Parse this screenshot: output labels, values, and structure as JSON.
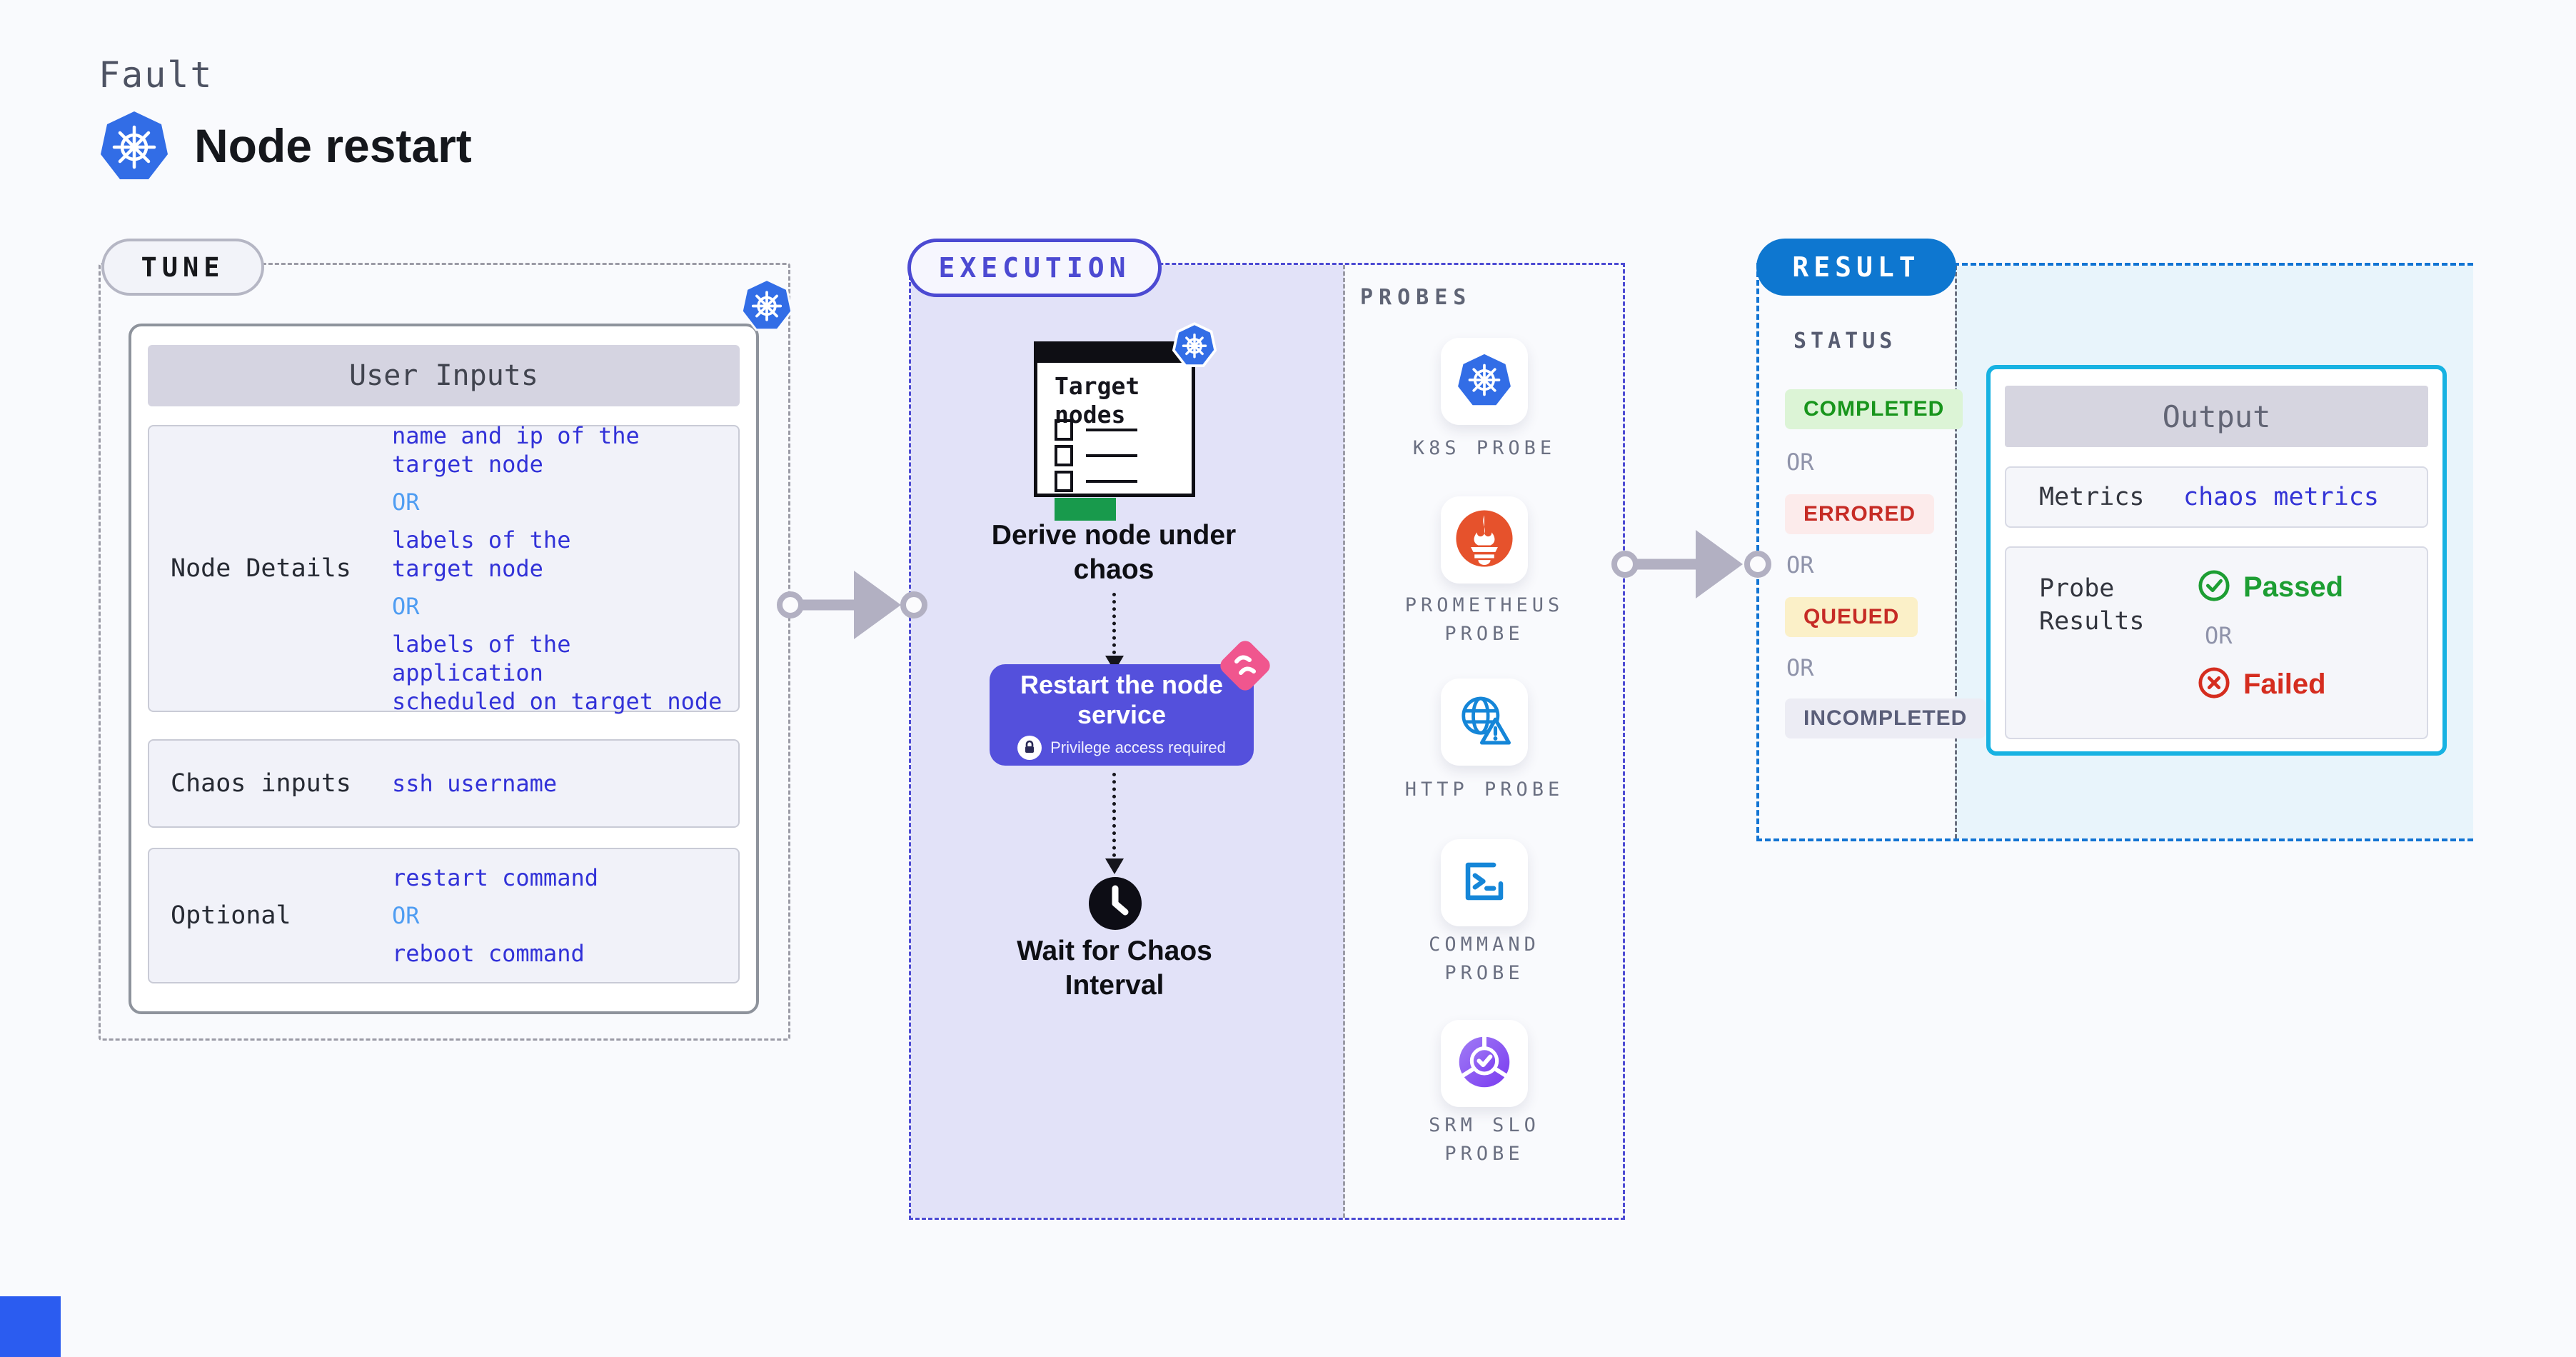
{
  "page": {
    "kicker": "Fault",
    "title": "Node restart"
  },
  "tune": {
    "label": "TUNE",
    "card_title": "User Inputs",
    "rows": [
      {
        "label": "Node Details",
        "values": [
          {
            "kind": "value",
            "t": "name and ip of the\ntarget node"
          },
          {
            "kind": "or",
            "t": "OR"
          },
          {
            "kind": "value",
            "t": "labels of the\ntarget node"
          },
          {
            "kind": "or",
            "t": "OR"
          },
          {
            "kind": "value",
            "t": "labels of the application\n scheduled on target node"
          }
        ]
      },
      {
        "label": "Chaos inputs",
        "values": [
          {
            "kind": "value",
            "t": "ssh username"
          }
        ]
      },
      {
        "label": "Optional",
        "values": [
          {
            "kind": "value",
            "t": "restart command"
          },
          {
            "kind": "or",
            "t": "OR"
          },
          {
            "kind": "value",
            "t": "reboot command"
          }
        ]
      }
    ]
  },
  "execution": {
    "label": "EXECUTION",
    "target_card_title": "Target\nnodes",
    "derive_step": "Derive node under chaos",
    "restart_title": "Restart the node service",
    "restart_note": "Privilege access required",
    "wait_step": "Wait for Chaos Interval"
  },
  "probes": {
    "label": "PROBES",
    "items": [
      {
        "icon": "kubernetes-icon",
        "label": "K8S PROBE"
      },
      {
        "icon": "prometheus-icon",
        "label": "PROMETHEUS PROBE"
      },
      {
        "icon": "http-globe-icon",
        "label": "HTTP PROBE"
      },
      {
        "icon": "terminal-icon",
        "label": "COMMAND PROBE"
      },
      {
        "icon": "srm-slo-icon",
        "label": "SRM SLO PROBE"
      }
    ]
  },
  "result": {
    "label": "RESULT",
    "status_label": "STATUS",
    "statuses": [
      {
        "text": "COMPLETED",
        "kind": "green"
      },
      {
        "text": "OR"
      },
      {
        "text": "ERRORED",
        "kind": "red"
      },
      {
        "text": "OR"
      },
      {
        "text": "QUEUED",
        "kind": "yellow"
      },
      {
        "text": "OR"
      },
      {
        "text": "INCOMPLETED",
        "kind": "gray"
      }
    ],
    "output": {
      "title": "Output",
      "metrics_label": "Metrics",
      "metrics_value": "chaos metrics",
      "probe_results_label": "Probe Results",
      "passed": "Passed",
      "or": "OR",
      "failed": "Failed"
    }
  },
  "colors": {
    "kubernetes_blue": "#326de6",
    "accent_indigo": "#4c4ad2",
    "execution_fill": "#e2e2f8",
    "result_blue": "#0e77d0",
    "output_border": "#17b2e2",
    "value_blue": "#3232d8",
    "or_blue": "#4f9df2",
    "restart_purple": "#5450dc",
    "pink_flag": "#f0568e",
    "prometheus_orange": "#e6522c",
    "probe_icon_blue": "#1586d8",
    "srm_purple": "#8b53f3",
    "passed_green": "#1d9e33",
    "failed_red": "#d52d1f",
    "completed_green": "#18951c",
    "errored_red": "#c62b25",
    "incompleted_gray": "#5a5e79",
    "arrow_gray": "#b2b0c2",
    "target_green": "#189a4c"
  }
}
